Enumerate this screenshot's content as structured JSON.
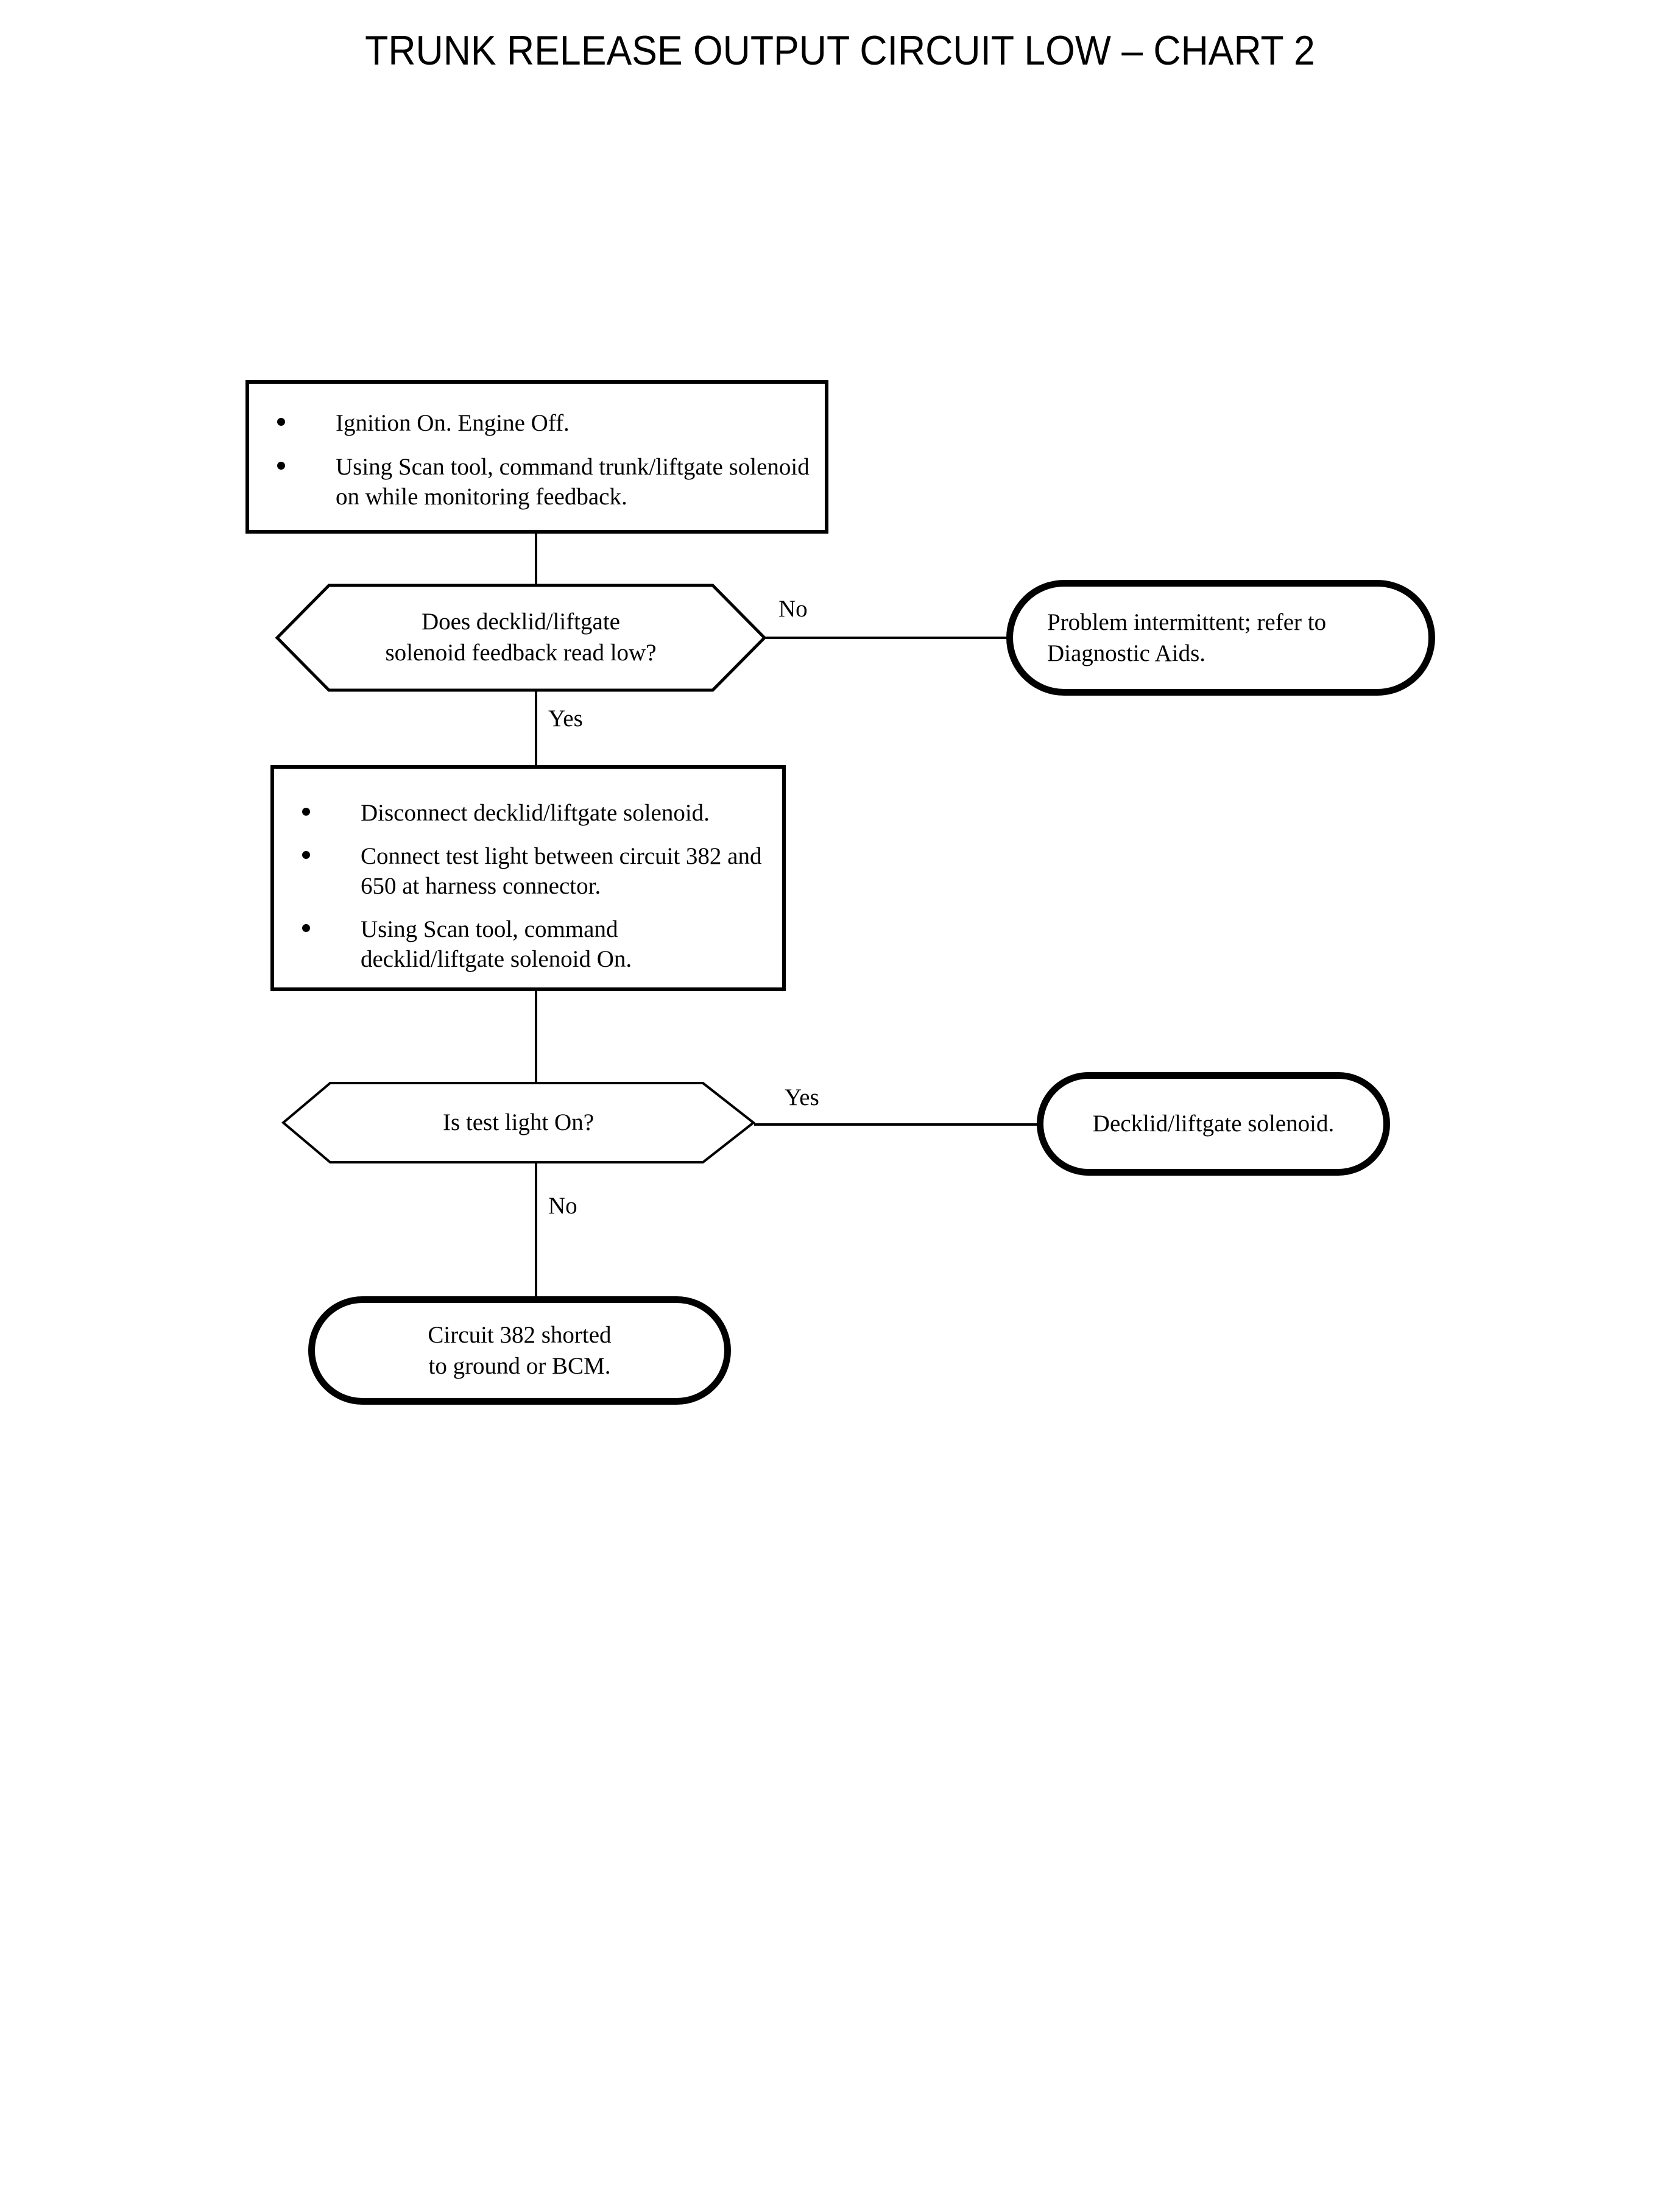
{
  "title": "TRUNK RELEASE OUTPUT CIRCUIT LOW – CHART 2",
  "flowchart": {
    "type": "flowchart",
    "nodes": {
      "step1": {
        "shape": "process",
        "bullets": [
          "Ignition On. Engine Off.",
          "Using Scan tool, command trunk/liftgate solenoid on while monitoring feedback."
        ]
      },
      "decision1": {
        "shape": "decision",
        "line1": "Does decklid/liftgate",
        "line2": "solenoid feedback read low?"
      },
      "terminal1": {
        "shape": "terminal",
        "line1": "Problem intermittent; refer to",
        "line2": "Diagnostic Aids."
      },
      "step2": {
        "shape": "process",
        "bullets": [
          "Disconnect decklid/liftgate solenoid.",
          "Connect test light between circuit 382 and 650 at harness connector.",
          "Using Scan tool, command decklid/liftgate solenoid On."
        ]
      },
      "decision2": {
        "shape": "decision",
        "line1": "Is test light On?"
      },
      "terminal2": {
        "shape": "terminal",
        "line1": "Decklid/liftgate solenoid."
      },
      "terminal3": {
        "shape": "terminal",
        "line1": "Circuit 382 shorted",
        "line2": "to ground or BCM."
      }
    },
    "branch_labels": {
      "d1_no": "No",
      "d1_yes": "Yes",
      "d2_yes": "Yes",
      "d2_no": "No"
    },
    "colors": {
      "stroke": "#000000",
      "background": "#ffffff",
      "text": "#000000"
    }
  }
}
